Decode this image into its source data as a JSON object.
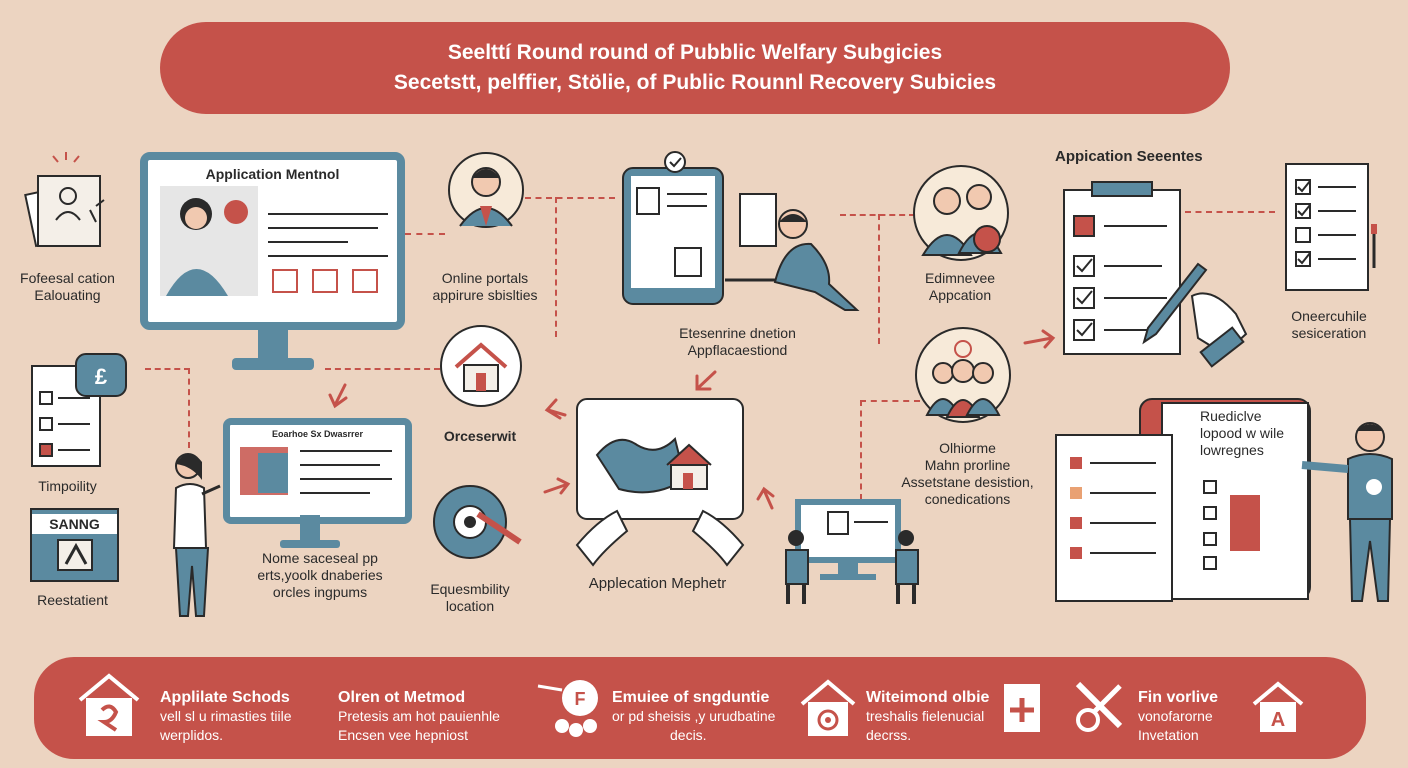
{
  "title": {
    "line1": "Seelttí Round round of Pubblic Welfary Subgicies",
    "line2": "Secetstt, pelffier, Stölie, of Public Rounnl Recovery Subicies"
  },
  "top_left": {
    "line1": "Fofeesal cation",
    "line2": "Ealouating"
  },
  "monitor_heading": "Application Mentnol",
  "online_portals": {
    "line1": "Online portals",
    "line2": "appirure sbislties"
  },
  "tablet_caption": {
    "line1": "Etesenrine dnetion",
    "line2": "Appflacaestiond"
  },
  "edimneve": {
    "line1": "Edimnevee",
    "line2": "Appcation"
  },
  "app_seentes": "Appication Seeentes",
  "onerchile": {
    "line1": "Oneercuhile",
    "line2": "sesiceration"
  },
  "timpolity": "Timpoility",
  "sanng_label": "SANNG",
  "reestatient": "Reestatient",
  "screen_heading": "Eoarhoe Sx Dwasrrer",
  "nome": {
    "line1": "Nome saceseal pp",
    "line2": "erts,yoolk dnaberies",
    "line3": "orcles ingpums"
  },
  "orceserwit": "Orceserwit",
  "equesmbility": {
    "line1": "Equesmbility",
    "line2": "location"
  },
  "application_mephetr": "Applecation Mephetr",
  "olhiorme": {
    "line1": "Olhiorme",
    "line2": "Mahn prorline",
    "line3": "Assetstane desistion,",
    "line4": "conedications"
  },
  "rueicive": {
    "line1": "Ruediclve",
    "line2": "lopood w wile",
    "line3": "lowregnes"
  },
  "bottom_items": [
    {
      "title": "Applilate Schods",
      "line1": "vell sl u rimasties tiile",
      "line2": "werplidos."
    },
    {
      "title": "Olren ot Metmod",
      "line1": "Pretesis am hot pauienhle",
      "line2": "Encsen vee hepniost"
    },
    {
      "title": "Emuiee of sngduntie",
      "line1": "or pd sheisis ,y urudbatine",
      "line2": "decis."
    },
    {
      "title": "Witeimond olbie",
      "line1": "treshalis fielenucial",
      "line2": "decrss."
    },
    {
      "title": "Fin vorlive",
      "line1": "vonofarorne",
      "line2": "Invetation"
    }
  ],
  "colors": {
    "background": "#ecd4c1",
    "accent_red": "#c5524a",
    "steel_blue": "#5b8aa0",
    "ink": "#2a2a2a"
  }
}
